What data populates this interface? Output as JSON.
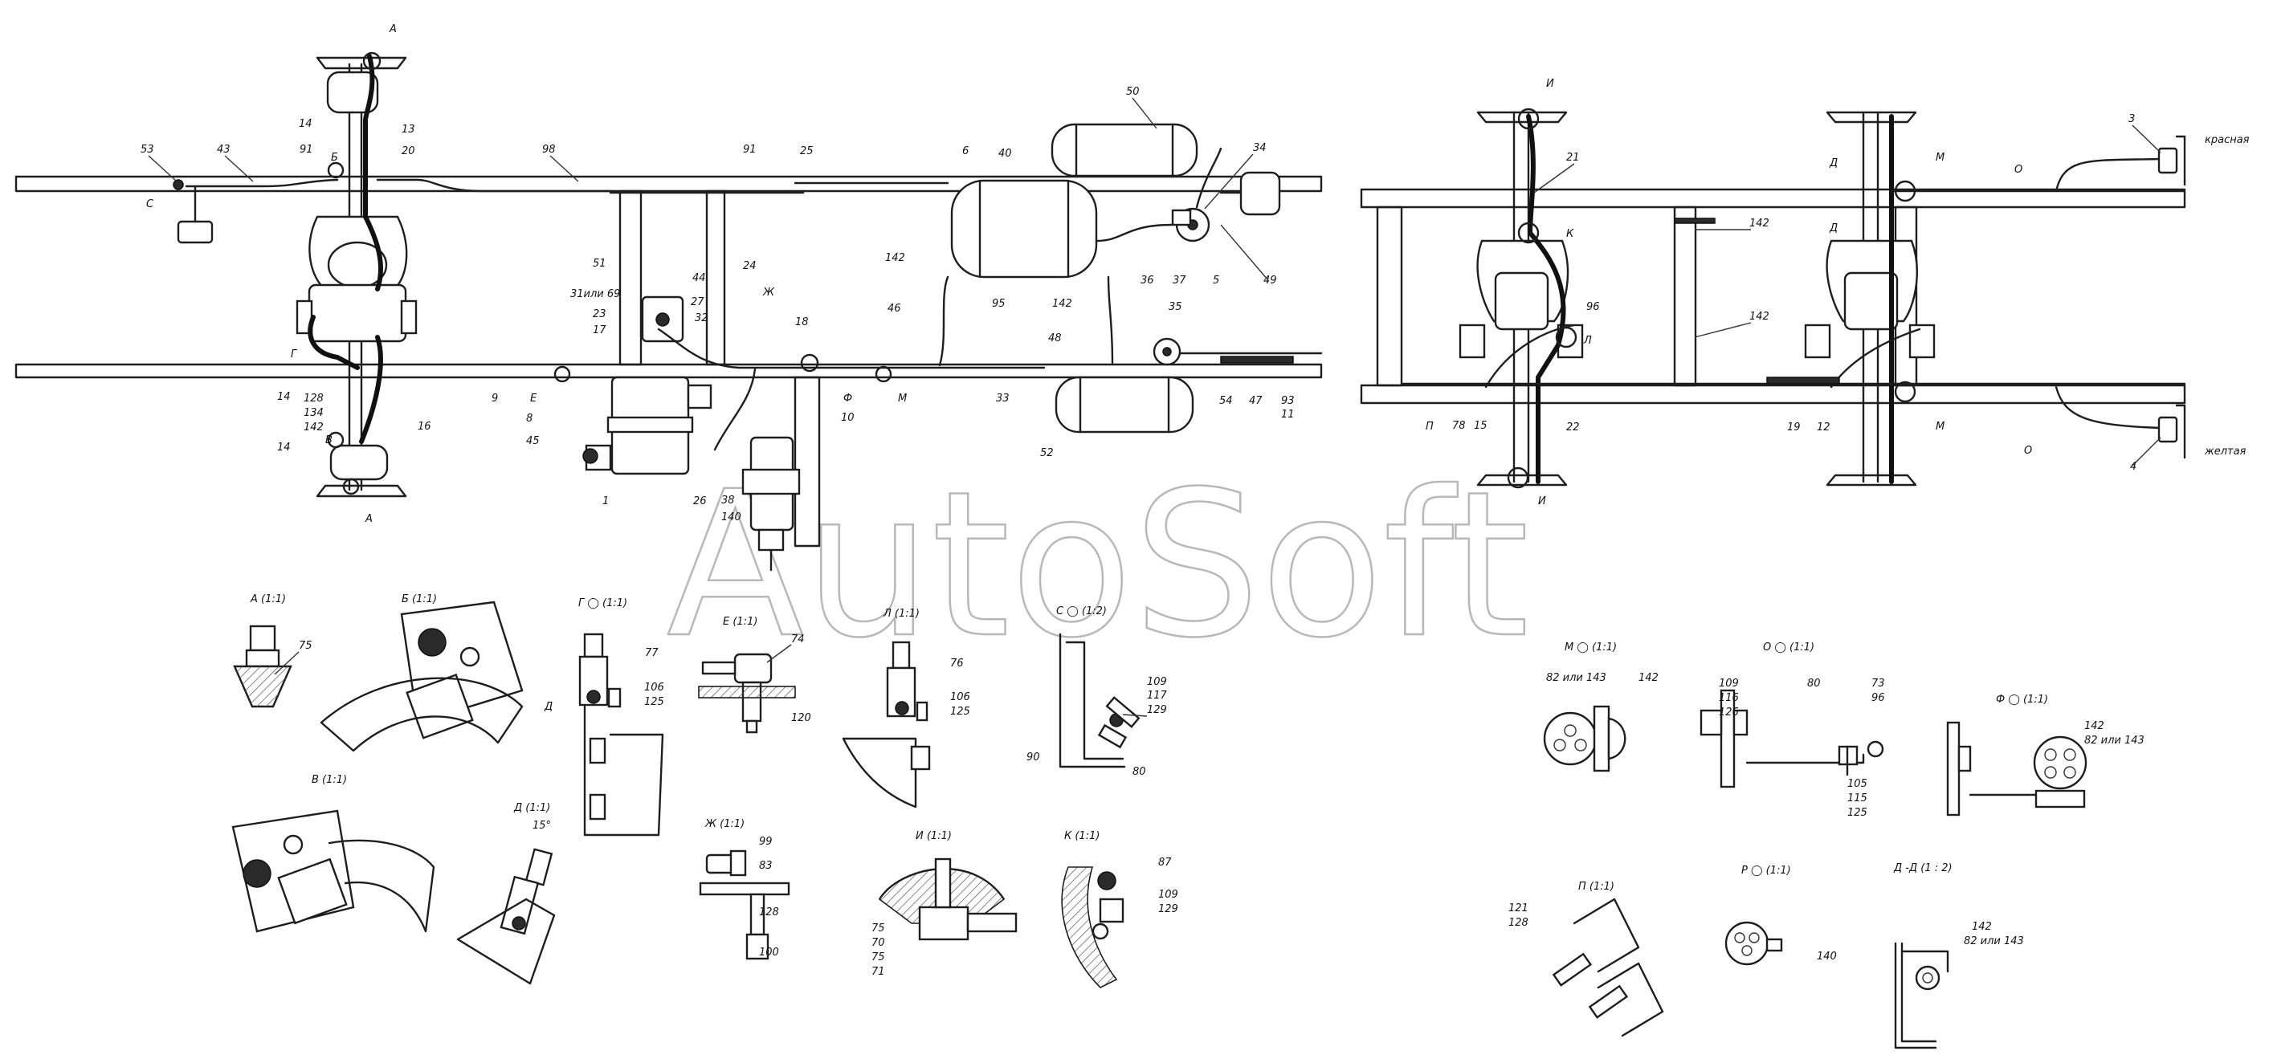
{
  "watermark": "AutoSoft",
  "tag_red": "красная",
  "tag_yellow": "желтая",
  "view_titles": {
    "A": "А (1:1)",
    "B": "Б (1:1)",
    "G": "Г ◯ (1:1)",
    "E": "Е (1:1)",
    "L": "Л (1:1)",
    "S": "С ◯ (1:2)",
    "V": "В (1:1)",
    "D": "Д (1:1)",
    "ZH": "Ж (1:1)",
    "I": "И (1:1)",
    "K": "К (1:1)",
    "M": "М ◯ (1:1)",
    "O": "О ◯ (1:1)",
    "F": "Ф ◯ (1:1)",
    "P": "П (1:1)",
    "R": "Р ◯ (1:1)",
    "DD": "Д -Д (1 : 2)"
  },
  "letters": {
    "A_top": "А",
    "A_bot": "А",
    "B": "Б",
    "V": "В",
    "G": "Г",
    "E": "Е",
    "C": "С",
    "ZH": "Ж",
    "F": "Ф",
    "M_left": "М",
    "I_top": "И",
    "I_bot": "И",
    "K": "К",
    "L": "Л",
    "P": "П",
    "D1": "Д",
    "D2": "Д",
    "M1": "М",
    "M2": "М",
    "O1": "О",
    "O2": "О",
    "D_sub": "Д"
  },
  "left_labels": [
    "14",
    "13",
    "53",
    "43",
    "91",
    "20",
    "98",
    "91",
    "25",
    "50",
    "6",
    "40",
    "34",
    "С",
    "51",
    "44",
    "31или 69",
    "27",
    "23",
    "17",
    "32",
    "24",
    "Ж",
    "18",
    "142",
    "46",
    "95",
    "142",
    "36",
    "37",
    "5",
    "49",
    "35",
    "48",
    "9",
    "8",
    "45",
    "1",
    "26",
    "38",
    "140",
    "Ф",
    "10",
    "М",
    "33",
    "52",
    "54",
    "47",
    "93",
    "11",
    "14",
    "128",
    "134",
    "142",
    "16",
    "14"
  ],
  "right_labels": [
    "21",
    "142",
    "142",
    "96",
    "78",
    "15",
    "22",
    "19",
    "12",
    "3",
    "4"
  ],
  "detail_labels": [
    "75",
    "77",
    "106",
    "125",
    "74",
    "120",
    "76",
    "106",
    "125",
    "109",
    "117",
    "129",
    "90",
    "80",
    "15°",
    "99",
    "83",
    "128",
    "100",
    "75",
    "70",
    "75",
    "71",
    "87",
    "109",
    "129",
    "82 или 143",
    "142",
    "109",
    "116",
    "126",
    "80",
    "73",
    "96",
    "105",
    "115",
    "125",
    "142",
    "82 или 143",
    "121",
    "128",
    "140",
    "142",
    "82 или 143"
  ]
}
